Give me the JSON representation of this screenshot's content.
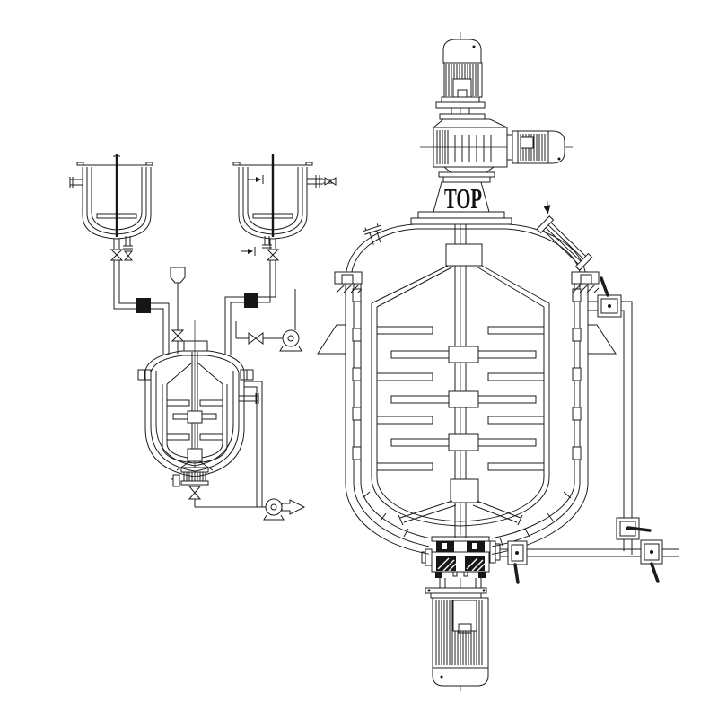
{
  "labels": {
    "top": "TOP"
  },
  "colors": {
    "line": "#1c1c1c",
    "background": "#ffffff",
    "solid_fill": "#161616"
  },
  "components": [
    "left-storage-tank",
    "right-storage-tank",
    "feed-funnel",
    "premix-tank",
    "upper-transfer-pump",
    "lower-discharge-pump",
    "main-emulsifier-vessel",
    "top-agitator-motor",
    "side-scraper-motor",
    "gearbox-housing",
    "vessel-sight-glass",
    "heating-jacket",
    "anchor-scraper-agitator",
    "bottom-homogenizer",
    "homogenizer-motor",
    "recirculation-line",
    "manual-valves"
  ]
}
